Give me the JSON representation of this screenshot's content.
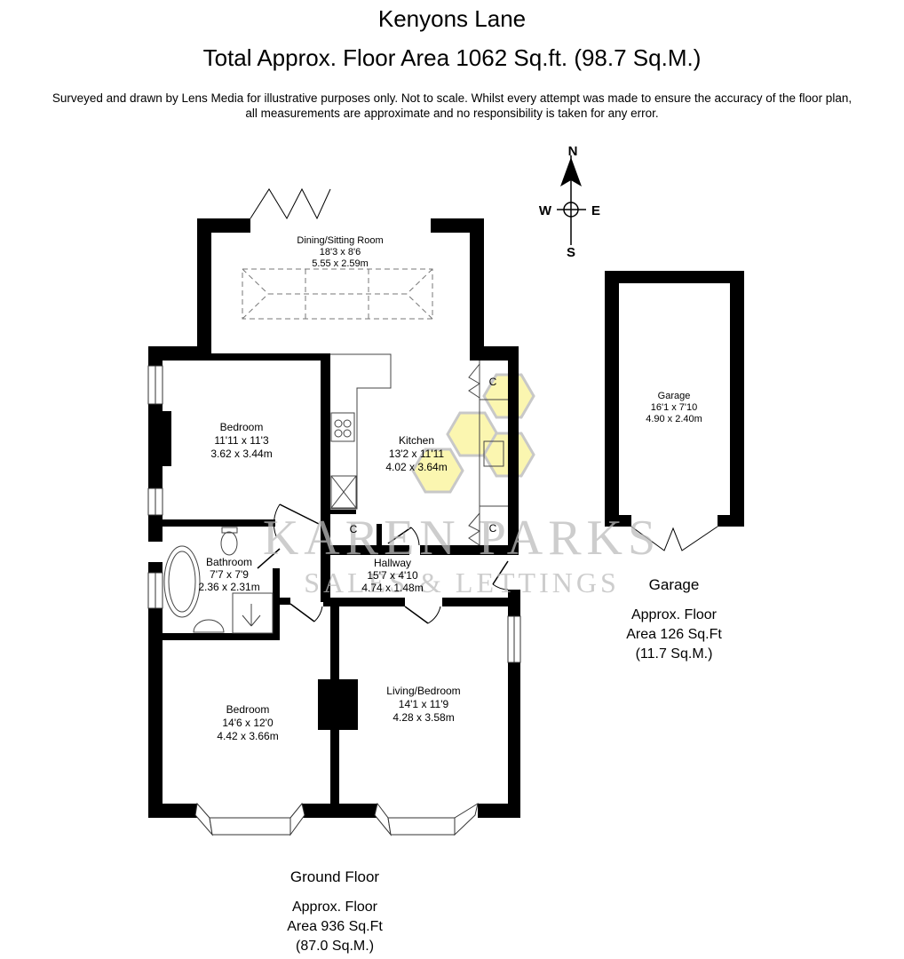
{
  "header": {
    "title": "Kenyons Lane",
    "total_area": "Total Approx. Floor Area 1062 Sq.ft. (98.7 Sq.M.)",
    "disclaimer_line1": "Surveyed and drawn by Lens Media for illustrative purposes only. Not to scale. Whilst every attempt was made to ensure the accuracy of the floor plan,",
    "disclaimer_line2": "all measurements are approximate and no responsibility is taken for any error."
  },
  "compass": {
    "n": "N",
    "s": "S",
    "e": "E",
    "w": "W"
  },
  "rooms": {
    "dining": {
      "name": "Dining/Sitting Room",
      "imperial": "18'3 x 8'6",
      "metric": "5.55 x 2.59m"
    },
    "bedroom1": {
      "name": "Bedroom",
      "imperial": "11'11 x 11'3",
      "metric": "3.62 x 3.44m"
    },
    "kitchen": {
      "name": "Kitchen",
      "imperial": "13'2 x 11'11",
      "metric": "4.02 x 3.64m"
    },
    "bathroom": {
      "name": "Bathroom",
      "imperial": "7'7 x 7'9",
      "metric": "2.36 x 2.31m"
    },
    "hallway": {
      "name": "Hallway",
      "imperial": "15'7 x 4'10",
      "metric": "4.74 x 1.48m"
    },
    "bedroom2": {
      "name": "Bedroom",
      "imperial": "14'6 x 12'0",
      "metric": "4.42 x 3.66m"
    },
    "living": {
      "name": "Living/Bedroom",
      "imperial": "14'1 x 11'9",
      "metric": "4.28 x 3.58m"
    },
    "garage": {
      "name": "Garage",
      "imperial": "16'1 x 7'10",
      "metric": "4.90 x 2.40m"
    }
  },
  "cupboard_label": "C",
  "watermark": {
    "line1": "KAREN PARKS",
    "line2": "SALES & LETTINGS"
  },
  "garage_summary": {
    "title": "Garage",
    "line1": "Approx. Floor",
    "line2": "Area 126 Sq.Ft",
    "line3": "(11.7 Sq.M.)"
  },
  "ground_summary": {
    "title": "Ground Floor",
    "line1": "Approx. Floor",
    "line2": "Area 936 Sq.Ft",
    "line3": "(87.0 Sq.M.)"
  },
  "colors": {
    "wall": "#000000",
    "logo_fill": "#fbf6b0",
    "logo_stroke": "#c8c8c8",
    "watermark": "#bdbdbd"
  }
}
